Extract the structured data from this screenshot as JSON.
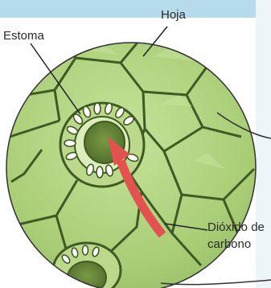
{
  "labels": {
    "leaf": "Hoja",
    "stoma": "Estoma",
    "co2_line1": "Dióxido de",
    "co2_line2": "carbono"
  },
  "colors": {
    "banner": "#b6dbea",
    "cell_fill": "#a9cd77",
    "cell_wall": "#3f5a22",
    "stoma_pore": "#5f7d33",
    "arrow": "#e2524e",
    "page_bg": "#ffffff"
  }
}
